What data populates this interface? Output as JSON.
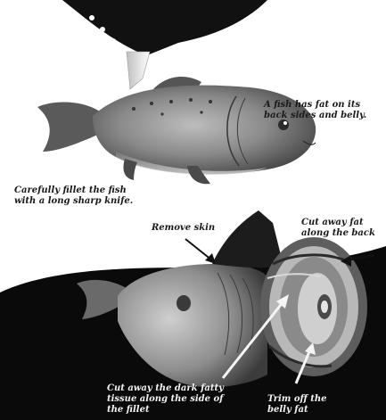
{
  "labels": {
    "fat_locations": [
      "A fish has fat on its",
      "back sides and belly."
    ],
    "fillet": [
      "Carefully fillet the fish",
      "with a long sharp knife."
    ],
    "remove_skin": [
      "Remove skin"
    ],
    "cut_back_fat": [
      "Cut away fat",
      "along the back"
    ],
    "cut_dark_tissue": [
      "Cut away the dark fatty",
      "tissue along the side of",
      "the fillet"
    ],
    "trim_belly": [
      "Trim off the",
      "belly fat"
    ]
  },
  "icons": {
    "knife": "knife-icon",
    "fish": "whole-fish-icon",
    "fillet": "fish-fillet-cross-section-icon"
  },
  "colors": {
    "background": "#ffffff",
    "knife_handle": "#111111",
    "board": "#0a0a0a",
    "fish_body": "#6e6e6e",
    "label_dark": "#1a1a1a",
    "label_light": "#f2f2f2"
  }
}
